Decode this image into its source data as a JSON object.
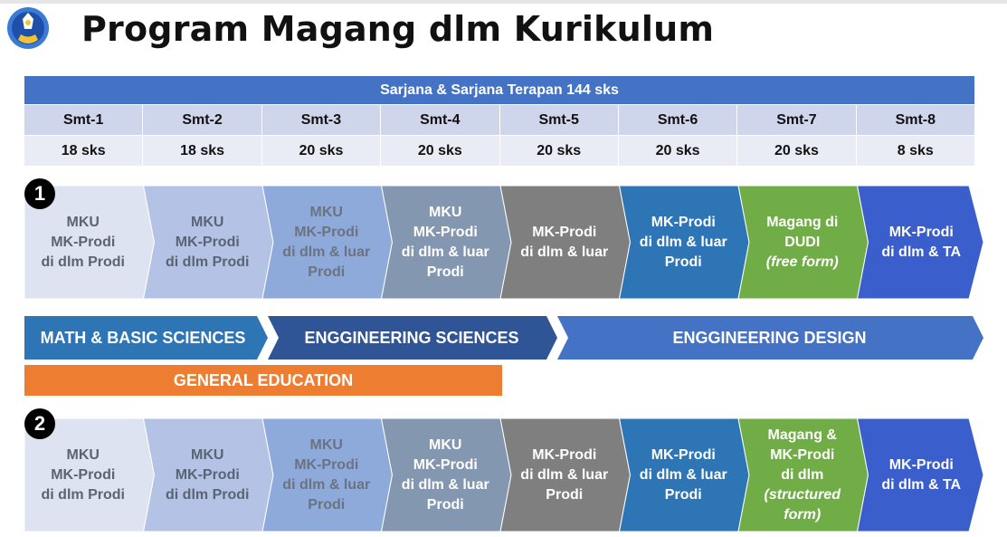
{
  "title": "Program Magang dlm Kurikulum",
  "header": "Sarjana & Sarjana Terapan  144 sks",
  "semesters": [
    "Smt-1",
    "Smt-2",
    "Smt-3",
    "Smt-4",
    "Smt-5",
    "Smt-6",
    "Smt-7",
    "Smt-8"
  ],
  "sks": [
    "18 sks",
    "18 sks",
    "20 sks",
    "20 sks",
    "20 sks",
    "20 sks",
    "20 sks",
    "8 sks"
  ],
  "scheme1": {
    "number": "1",
    "blocks": [
      [
        "MKU",
        "MK-Prodi",
        "di dlm Prodi"
      ],
      [
        "MKU",
        "MK-Prodi",
        "di dlm Prodi"
      ],
      [
        "MKU",
        "MK-Prodi",
        "di dlm & luar",
        "Prodi"
      ],
      [
        "MKU",
        "MK-Prodi",
        "di dlm & luar",
        "Prodi"
      ],
      [
        "MK-Prodi",
        "di dlm & luar"
      ],
      [
        "MK-Prodi",
        "di dlm & luar",
        "Prodi"
      ],
      [
        "Magang di",
        "DUDI",
        "(free form)"
      ],
      [
        "MK-Prodi",
        "di dlm & TA"
      ]
    ]
  },
  "bands": {
    "math": "MATH & BASIC SCIENCES",
    "engineering_sciences": "ENGGINEERING SCIENCES",
    "engineering_design": "ENGGINEERING DESIGN",
    "general_education": "GENERAL EDUCATION"
  },
  "scheme2": {
    "number": "2",
    "blocks": [
      [
        "MKU",
        "MK-Prodi",
        "di dlm Prodi"
      ],
      [
        "MKU",
        "MK-Prodi",
        "di dlm Prodi"
      ],
      [
        "MKU",
        "MK-Prodi",
        "di dlm & luar",
        "Prodi"
      ],
      [
        "MKU",
        "MK-Prodi",
        "di dlm & luar",
        "Prodi"
      ],
      [
        "MK-Prodi",
        "di dlm & luar",
        "Prodi"
      ],
      [
        "MK-Prodi",
        "di dlm & luar",
        "Prodi"
      ],
      [
        "Magang &",
        "MK-Prodi",
        "di dlm",
        "(structured",
        "form)"
      ],
      [
        "MK-Prodi",
        "di dlm & TA"
      ]
    ]
  },
  "colors": {
    "block_fills": [
      "#dde3f1",
      "#b4c3e5",
      "#8eaadb",
      "#8497b0",
      "#7f7f7f",
      "#2e75b6",
      "#70ad47",
      "#3a5fcd"
    ],
    "block_text": [
      "#5a6472",
      "#5a6472",
      "#6b7380",
      "#ffffff",
      "#ffffff",
      "#ffffff",
      "#ffffff",
      "#ffffff"
    ],
    "band_math": "#2e75b6",
    "band_eng_sci": "#2f5597",
    "band_eng_design": "#4472c4",
    "orange": "#ed7d31"
  }
}
